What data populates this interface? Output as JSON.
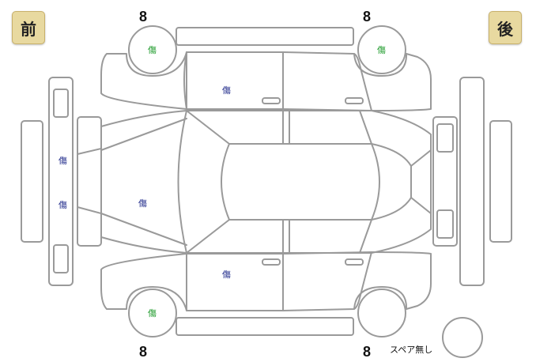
{
  "labels": {
    "front": "前",
    "rear": "後",
    "spare": "スペア無し"
  },
  "tread_depth": {
    "front_left": "8",
    "rear_left": "8",
    "front_right": "8",
    "rear_right": "8"
  },
  "damage_marks": {
    "tire_front_top": "傷",
    "tire_rear_top": "傷",
    "tire_front_bottom": "傷",
    "door_top_front": "傷",
    "door_bottom_front": "傷",
    "bumper_front_1": "傷",
    "bumper_front_2": "傷",
    "hood": "傷"
  },
  "colors": {
    "outline": "#9a9a9a",
    "badge": "#e8d9a0",
    "mark_green": "#1d9a2a",
    "mark_blue": "#1f2a8a"
  }
}
